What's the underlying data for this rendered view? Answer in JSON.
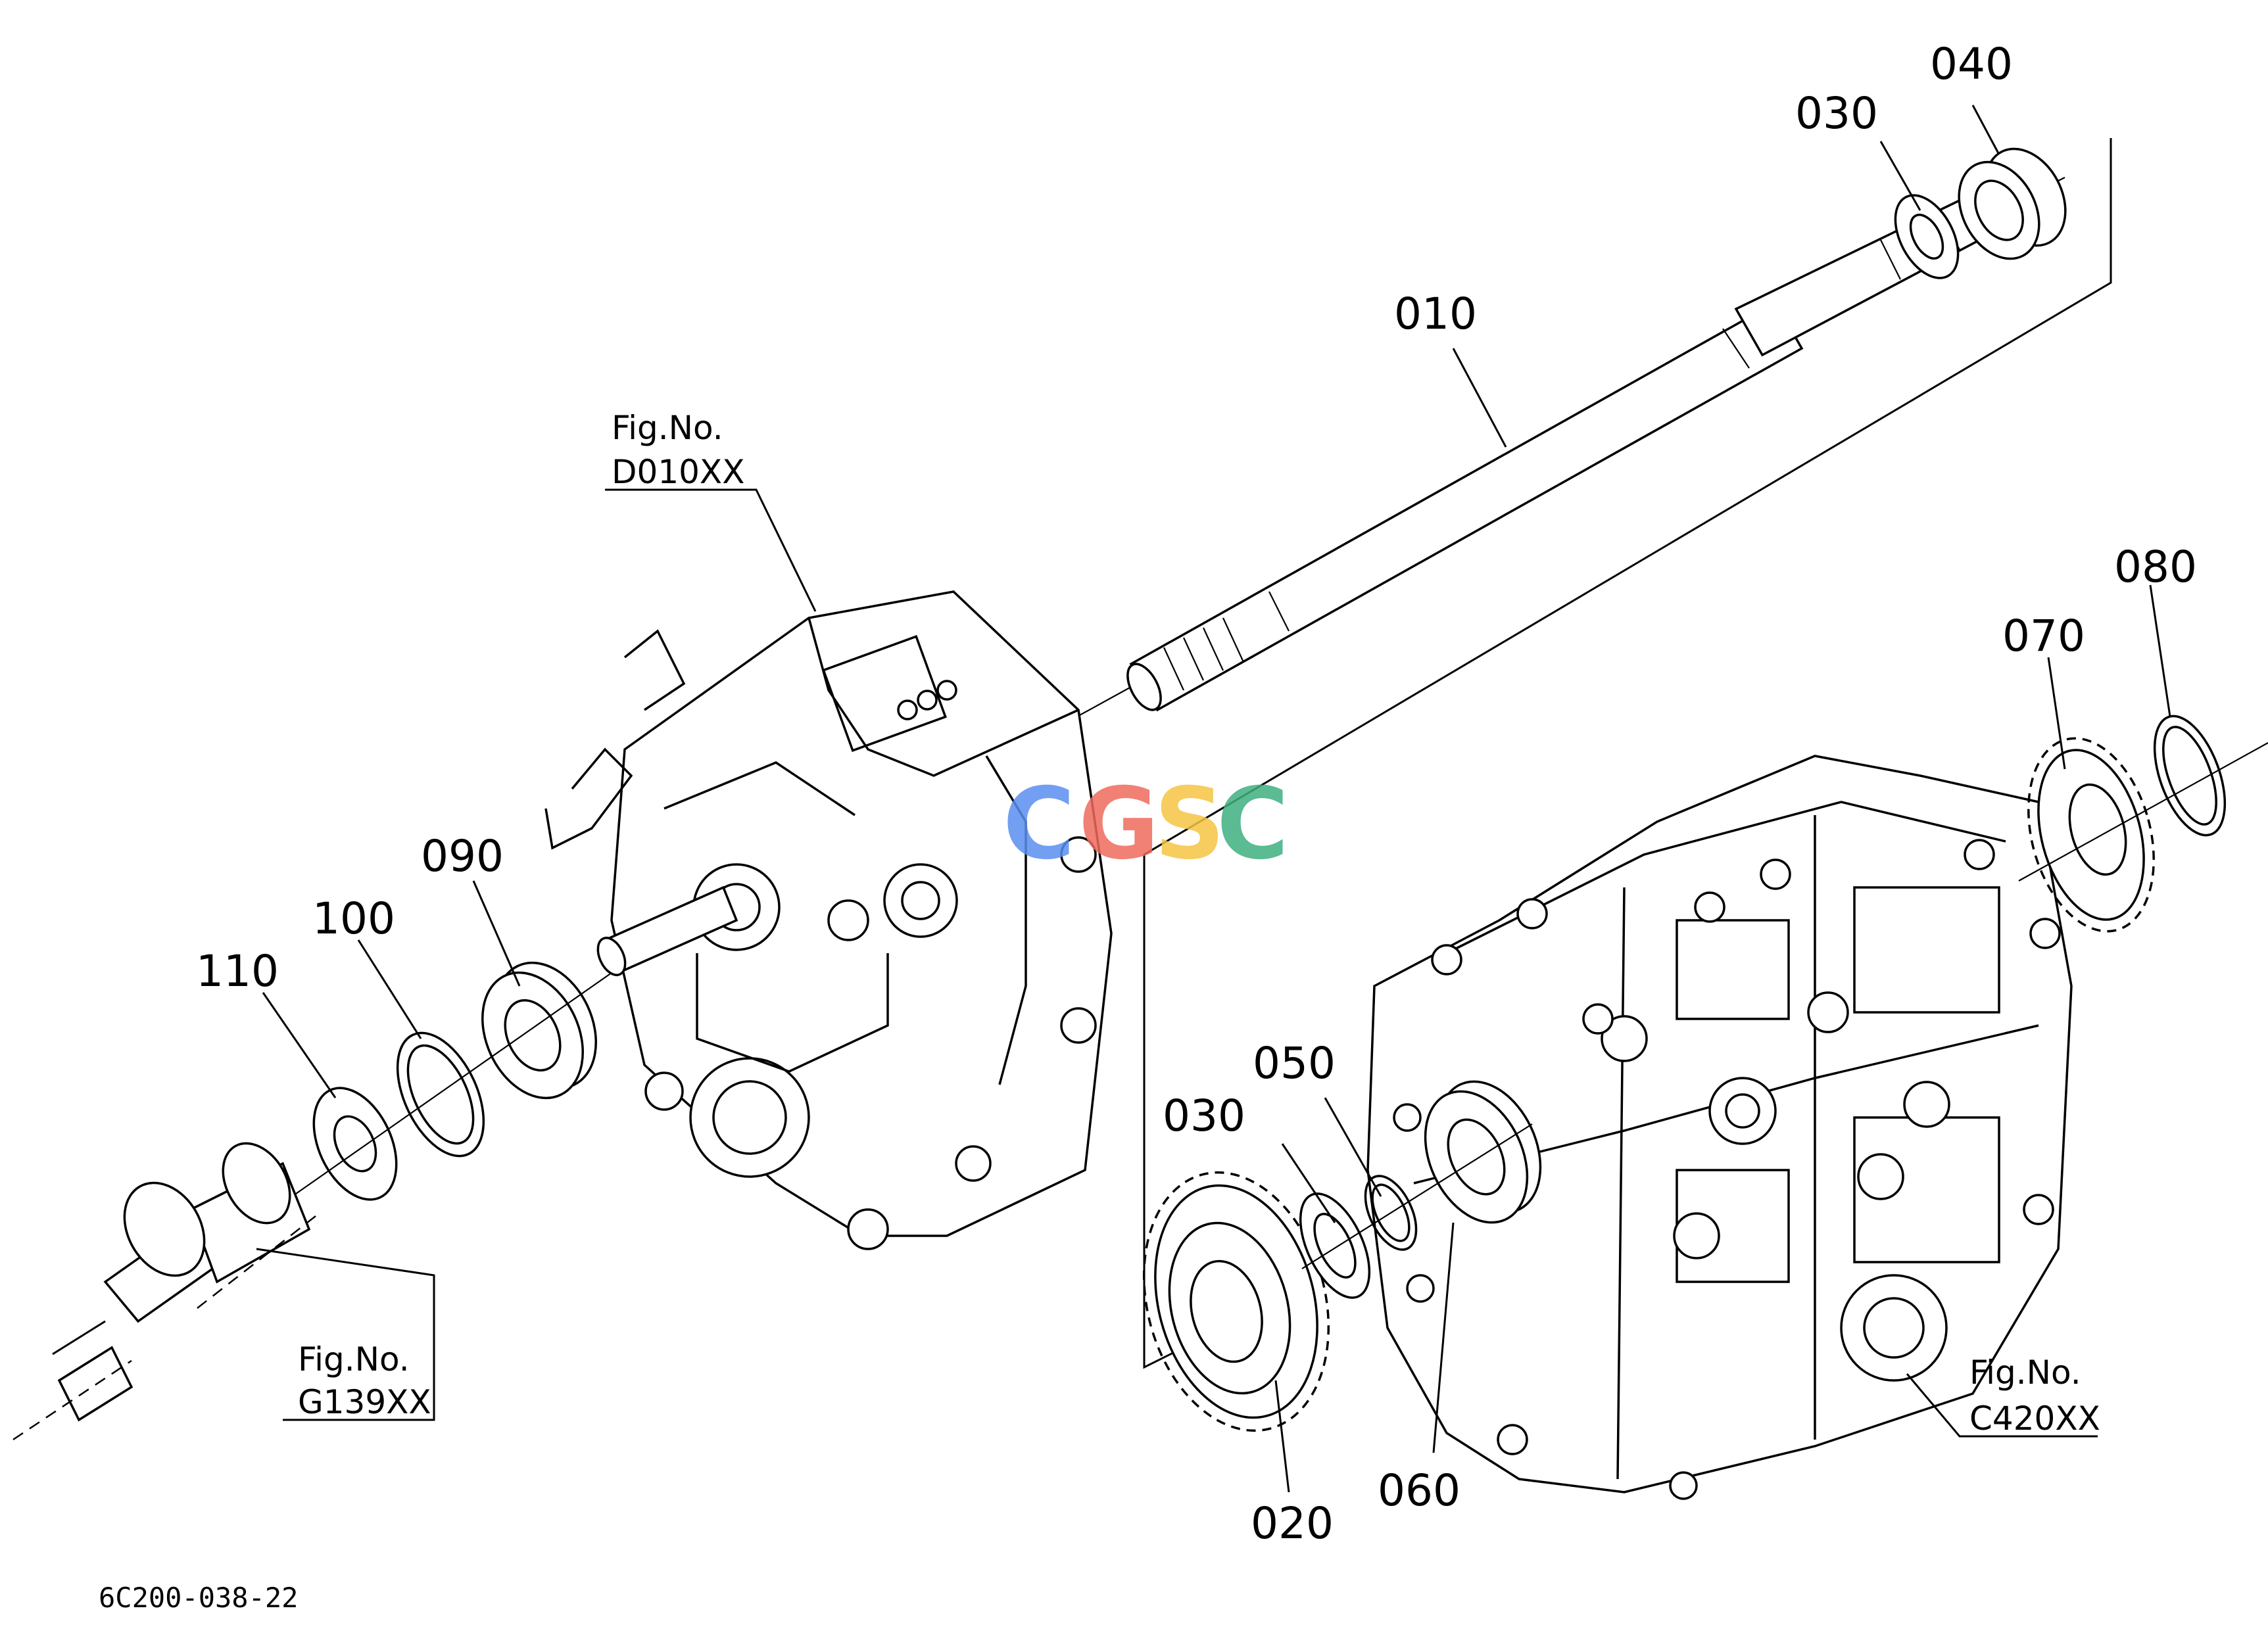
{
  "callouts": {
    "p010": "010",
    "p020": "020",
    "p030_top": "030",
    "p030_mid": "030",
    "p040": "040",
    "p050": "050",
    "p060": "060",
    "p070": "070",
    "p080": "080",
    "p090": "090",
    "p100": "100",
    "p110": "110"
  },
  "figure_refs": {
    "d010": {
      "prefix": "Fig.No.",
      "code": "D010XX"
    },
    "g139": {
      "prefix": "Fig.No.",
      "code": "G139XX"
    },
    "c420": {
      "prefix": "Fig.No.",
      "code": "C420XX"
    }
  },
  "drawing_code": "6C200-038-22",
  "watermark": {
    "letters": [
      "C",
      "G",
      "S",
      "C"
    ],
    "colors": [
      "#5b8ff0",
      "#ef6b5e",
      "#f5c542",
      "#3fb07f"
    ]
  }
}
